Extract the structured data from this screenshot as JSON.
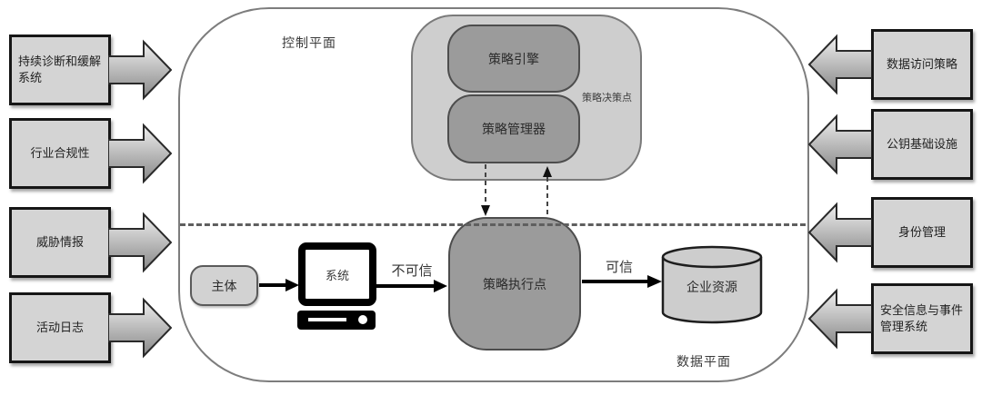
{
  "diagram": {
    "planes": {
      "control_plane": "控制平面",
      "data_plane": "数据平面"
    },
    "left_inputs": [
      "持续诊断和缓解系统",
      "行业合规性",
      "威胁情报",
      "活动日志"
    ],
    "right_inputs": [
      "数据访问策略",
      "公钥基础设施",
      "身份管理",
      "安全信息与事件管理系统"
    ],
    "pdp": {
      "label": "策略决策点",
      "policy_engine": "策略引擎",
      "policy_administrator": "策略管理器"
    },
    "pep_label": "策略执行点",
    "flow": {
      "subject": "主体",
      "system": "系统",
      "untrusted": "不可信",
      "trusted": "可信",
      "enterprise_resource": "企业资源"
    },
    "colors": {
      "io_box_fill": "#d4d4d4",
      "io_box_border": "#161616",
      "pdp_panel_fill": "#cecece",
      "node_fill": "#9b9b9b",
      "pep_fill": "#999999",
      "outer_border": "#7d7d7d",
      "arrow_gradient_start": "#efefef",
      "arrow_gradient_end": "#878787",
      "cylinder_fill": "#cdcdcd"
    }
  }
}
